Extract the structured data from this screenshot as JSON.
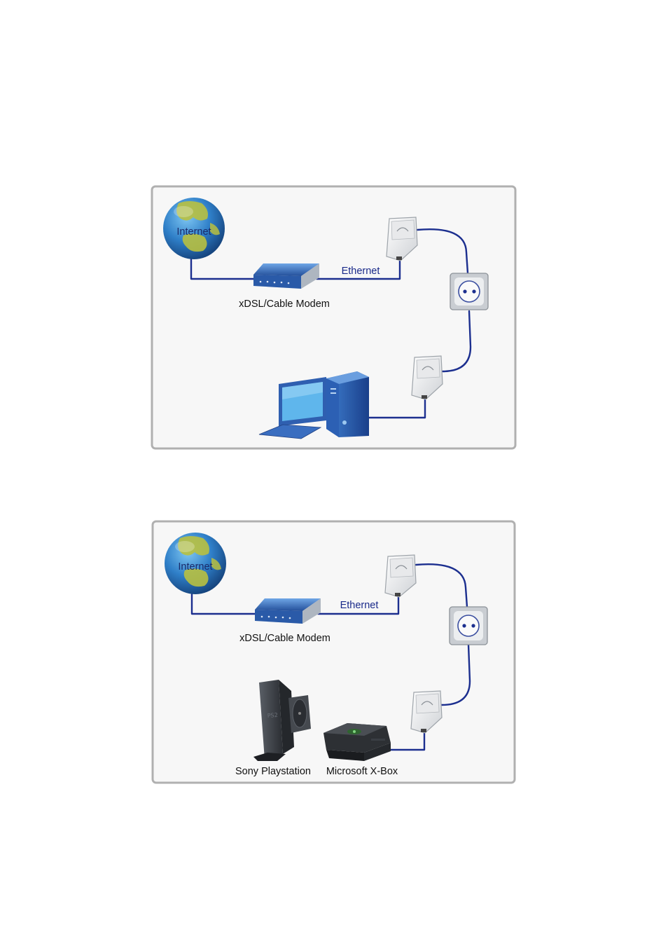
{
  "diagrams": [
    {
      "globe_label": "Internet",
      "modem_label": "xDSL/Cable Modem",
      "link_label": "Ethernet",
      "devices": []
    },
    {
      "globe_label": "Internet",
      "modem_label": "xDSL/Cable Modem",
      "link_label": "Ethernet",
      "devices": [
        "Sony Playstation",
        "Microsoft X-Box"
      ]
    }
  ],
  "colors": {
    "cable": "#1c2f8f",
    "frame_border": "#b0b0b0",
    "frame_fill": "#f7f7f7",
    "globe_ocean": "#2f7fc8",
    "globe_land": "#b8c040",
    "modem_top": "#3a72c0",
    "adapter_body": "#f0f0f0",
    "console_dark": "#3a3e44"
  },
  "icons": {
    "internet": "globe-icon",
    "modem": "modem-icon",
    "adapter": "powerline-adapter-icon",
    "socket": "wall-socket-icon",
    "pc": "desktop-computer-icon",
    "playstation": "game-console-icon",
    "xbox": "game-console-icon"
  }
}
